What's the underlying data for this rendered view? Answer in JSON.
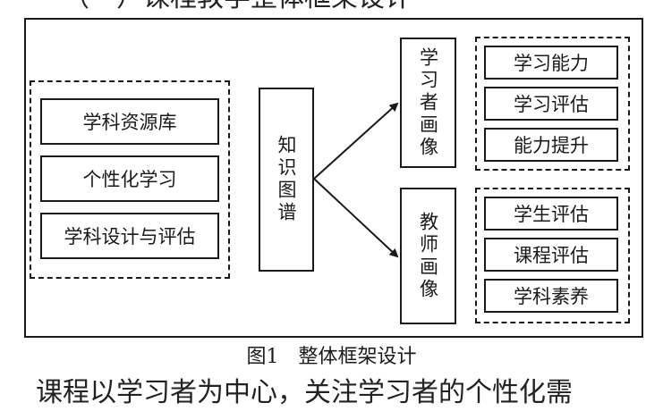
{
  "top_heading": "（一）课程教学整体框架设计",
  "left_group": {
    "items": [
      "学科资源库",
      "个性化学习",
      "学科设计与评估"
    ]
  },
  "center_node": "知识图谱",
  "learner_portrait": {
    "label": "学习者画像",
    "items": [
      "学习能力",
      "学习评估",
      "能力提升"
    ]
  },
  "teacher_portrait": {
    "label": "教师画像",
    "items": [
      "学生评估",
      "课程评估",
      "学科素养"
    ]
  },
  "caption": "图1　整体框架设计",
  "bottom_text": "课程以学习者为中心，关注学习者的个性化需"
}
